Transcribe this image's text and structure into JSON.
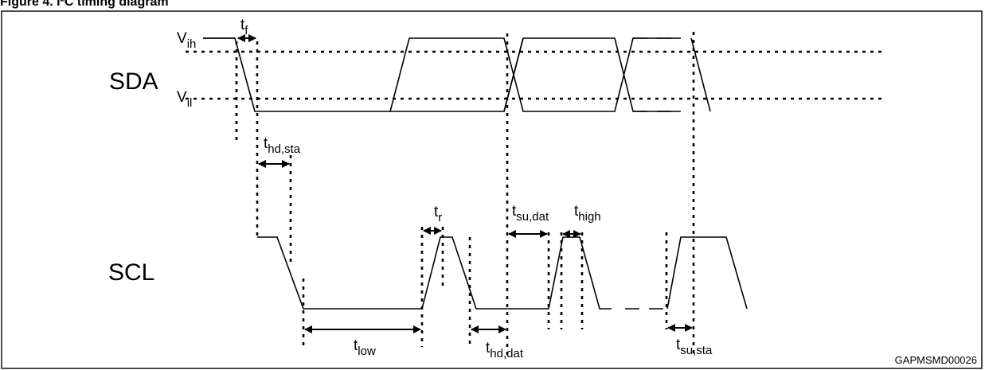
{
  "caption": "Figure 4. I²C timing diagram",
  "signals": {
    "sda": "SDA",
    "scl": "SCL"
  },
  "levels": {
    "vih": {
      "base": "V",
      "sub": "ih"
    },
    "vil": {
      "base": "V",
      "sub": "il"
    }
  },
  "timing_labels": {
    "tf": {
      "base": "t",
      "sub": "f"
    },
    "thdsta": {
      "base": "t",
      "sub": "hd,sta"
    },
    "tr": {
      "base": "t",
      "sub": "r"
    },
    "tsudat": {
      "base": "t",
      "sub": "su,dat"
    },
    "thigh": {
      "base": "t",
      "sub": "high"
    },
    "tlow": {
      "base": "t",
      "sub": "low"
    },
    "thddat": {
      "base": "t",
      "sub": "hd,dat"
    },
    "tsusta": {
      "base": "t",
      "sub": "su,sta"
    }
  },
  "figure_code": "GAPMSMD00026"
}
